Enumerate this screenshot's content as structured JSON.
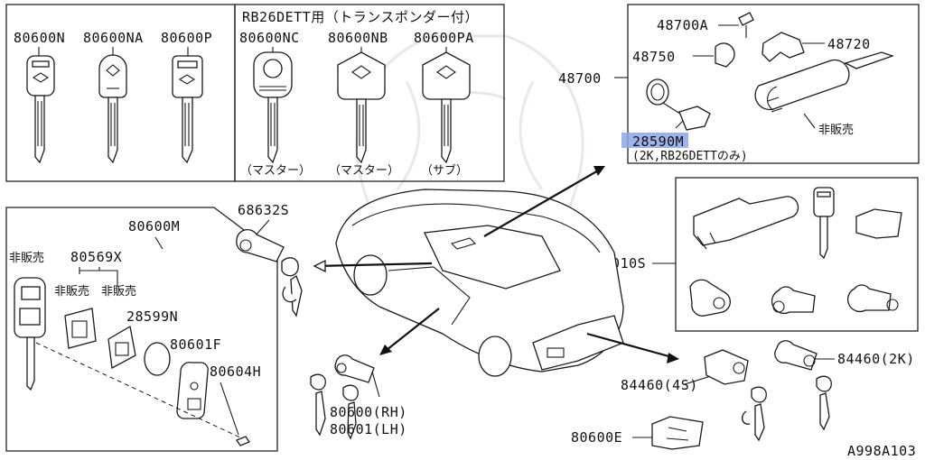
{
  "box1_parts": {
    "p80600N": "80600N",
    "p80600NA": "80600NA",
    "p80600P": "80600P"
  },
  "box2": {
    "header": "RB26DETT用（トランスポンダー付）",
    "p80600NC": "80600NC",
    "p80600NB": "80600NB",
    "p80600PA": "80600PA",
    "note_master_1": "（マスター）",
    "note_master_2": "（マスター）",
    "note_sub": "（サブ）"
  },
  "ignition": {
    "p48700": "48700",
    "p48700A": "48700A",
    "p48720": "48720",
    "p48750": "48750",
    "p28590M": "28590M",
    "note_28590M": "(2K,RB26DETTのみ)",
    "not_for_sale": "非販売"
  },
  "kit": {
    "p80010S": "80010S"
  },
  "center": {
    "p68632S": "68632S",
    "p80600RH": "80600(RH)",
    "p80601LH": "80601(LH)"
  },
  "right_lower": {
    "p84460_4S": "84460(4S)",
    "p84460_2K": "84460(2K)",
    "p80600E": "80600E"
  },
  "remote": {
    "p80600M": "80600M",
    "p80569X": "80569X",
    "p28599N": "28599N",
    "p80601F": "80601F",
    "p80604H": "80604H",
    "not_for_sale_1": "非販売",
    "not_for_sale_2": "非販売",
    "not_for_sale_3": "非販売"
  },
  "diagram_code": "A998A103",
  "highlight_color": "#8ea6e6"
}
